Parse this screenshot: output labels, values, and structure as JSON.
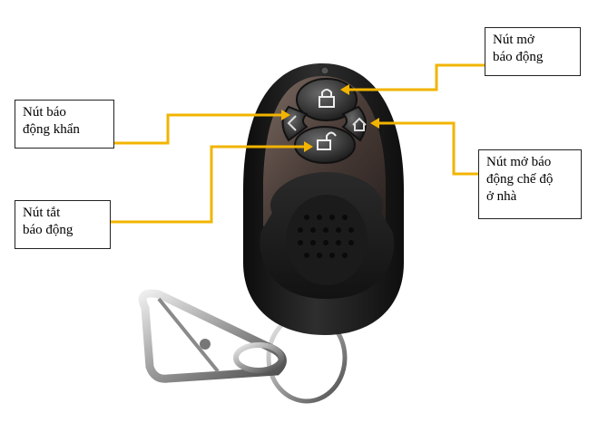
{
  "labels": {
    "open_alarm": {
      "line1": "Nút mở",
      "line2": "báo động"
    },
    "panic": {
      "line1": "Nút báo",
      "line2": "động khẩn"
    },
    "disarm": {
      "line1": "Nút tắt",
      "line2": "báo động"
    },
    "home_mode": {
      "line1": "Nút mở báo",
      "line2": "động chế độ",
      "line3": "ở nhà"
    }
  },
  "colors": {
    "callout_line": "#f2b400",
    "remote_body": "#1c1c1c",
    "button_panel": "#5a4a44"
  },
  "icons": {
    "top_button": "lock-icon",
    "bottom_button": "unlock-icon",
    "left_button": "chevron-left-icon",
    "right_button": "home-icon"
  }
}
